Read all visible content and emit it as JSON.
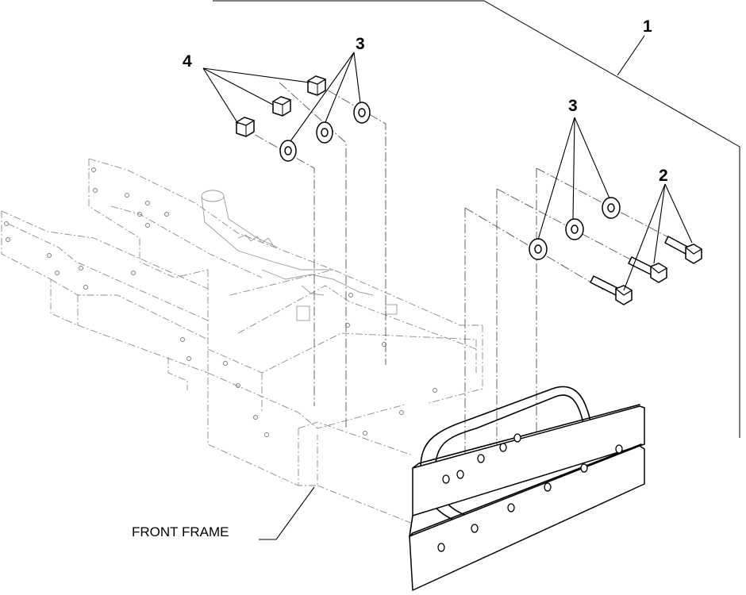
{
  "callouts": {
    "item_1": "1",
    "item_2": "2",
    "item_3_top": "3",
    "item_3_right": "3",
    "item_4": "4"
  },
  "labels": {
    "front_frame": "FRONT FRAME"
  }
}
